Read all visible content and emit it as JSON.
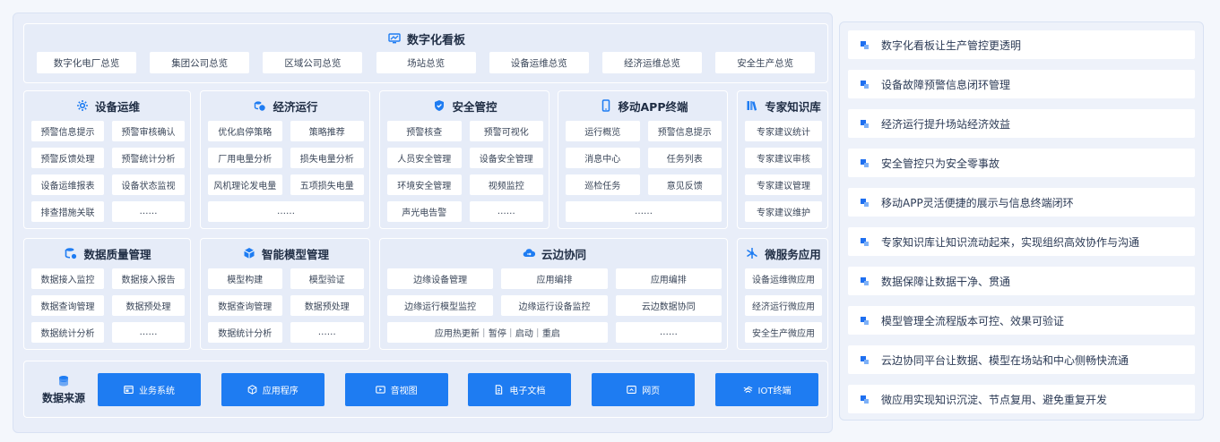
{
  "colors": {
    "accent": "#1e7cf2",
    "panel": "#e6ecf8",
    "cell": "#ffffff",
    "text": "#2b3a55"
  },
  "dashboard": {
    "title": "数字化看板",
    "icon": "monitor-chart-icon",
    "items": [
      "数字化电厂总览",
      "集团公司总览",
      "区域公司总览",
      "场站总览",
      "设备运维总览",
      "经济运维总览",
      "安全生产总览"
    ]
  },
  "modules": [
    {
      "title": "设备运维",
      "icon": "gear-icon",
      "items": [
        "预警信息提示",
        "预警审核确认",
        "预警反馈处理",
        "预警统计分析",
        "设备运维报表",
        "设备状态监视",
        "排查措施关联",
        "……"
      ]
    },
    {
      "title": "经济运行",
      "icon": "coins-icon",
      "items": [
        "优化启停策略",
        "策略推荐",
        "厂用电量分析",
        "损失电量分析",
        "风机理论发电量",
        "五项损失电量",
        "……"
      ]
    },
    {
      "title": "安全管控",
      "icon": "shield-icon",
      "items": [
        "预警核查",
        "预警可视化",
        "人员安全管理",
        "设备安全管理",
        "环境安全管理",
        "视频监控",
        "声光电告警",
        "……"
      ]
    },
    {
      "title": "移动APP终端",
      "icon": "phone-icon",
      "items": [
        "运行概览",
        "预警信息提示",
        "消息中心",
        "任务列表",
        "巡检任务",
        "意见反馈",
        "……"
      ]
    },
    {
      "title": "专家知识库",
      "icon": "books-icon",
      "items": [
        "专家建议统计",
        "专家建议审核",
        "专家建议管理",
        "专家建议维护"
      ]
    },
    {
      "title": "数据质量管理",
      "icon": "database-icon",
      "items": [
        "数据接入监控",
        "数据接入报告",
        "数据查询管理",
        "数据预处理",
        "数据统计分析",
        "……"
      ]
    },
    {
      "title": "智能模型管理",
      "icon": "cube-icon",
      "items": [
        "模型构建",
        "模型验证",
        "数据查询管理",
        "数据预处理",
        "数据统计分析",
        "……"
      ]
    },
    {
      "title": "云边协同",
      "icon": "cloud-sync-icon",
      "items": [
        "边缘设备管理",
        "应用编排",
        "应用编排",
        "边缘运行模型监控",
        "边缘运行设备监控",
        "云边数据协同",
        "应用热更新｜暂停｜启动｜重启",
        "……"
      ]
    },
    {
      "title": "微服务应用",
      "icon": "network-icon",
      "items": [
        "设备运维微应用",
        "经济运行微应用",
        "安全生产微应用"
      ]
    }
  ],
  "data_source": {
    "title": "数据来源",
    "icon": "database-stack-icon",
    "buttons": [
      {
        "label": "业务系统",
        "icon": "window-icon"
      },
      {
        "label": "应用程序",
        "icon": "box-icon"
      },
      {
        "label": "音视图",
        "icon": "video-icon"
      },
      {
        "label": "电子文档",
        "icon": "document-icon"
      },
      {
        "label": "网页",
        "icon": "browser-icon"
      },
      {
        "label": "IOT终端",
        "icon": "iot-icon"
      }
    ]
  },
  "benefits": [
    "数字化看板让生产管控更透明",
    "设备故障预警信息闭环管理",
    "经济运行提升场站经济效益",
    "安全管控只为安全零事故",
    "移动APP灵活便捷的展示与信息终端闭环",
    "专家知识库让知识流动起来，实现组织高效协作与沟通",
    "数据保障让数据干净、贯通",
    "模型管理全流程版本可控、效果可验证",
    "云边协同平台让数据、模型在场站和中心侧畅快流通",
    "微应用实现知识沉淀、节点复用、避免重复开发"
  ]
}
